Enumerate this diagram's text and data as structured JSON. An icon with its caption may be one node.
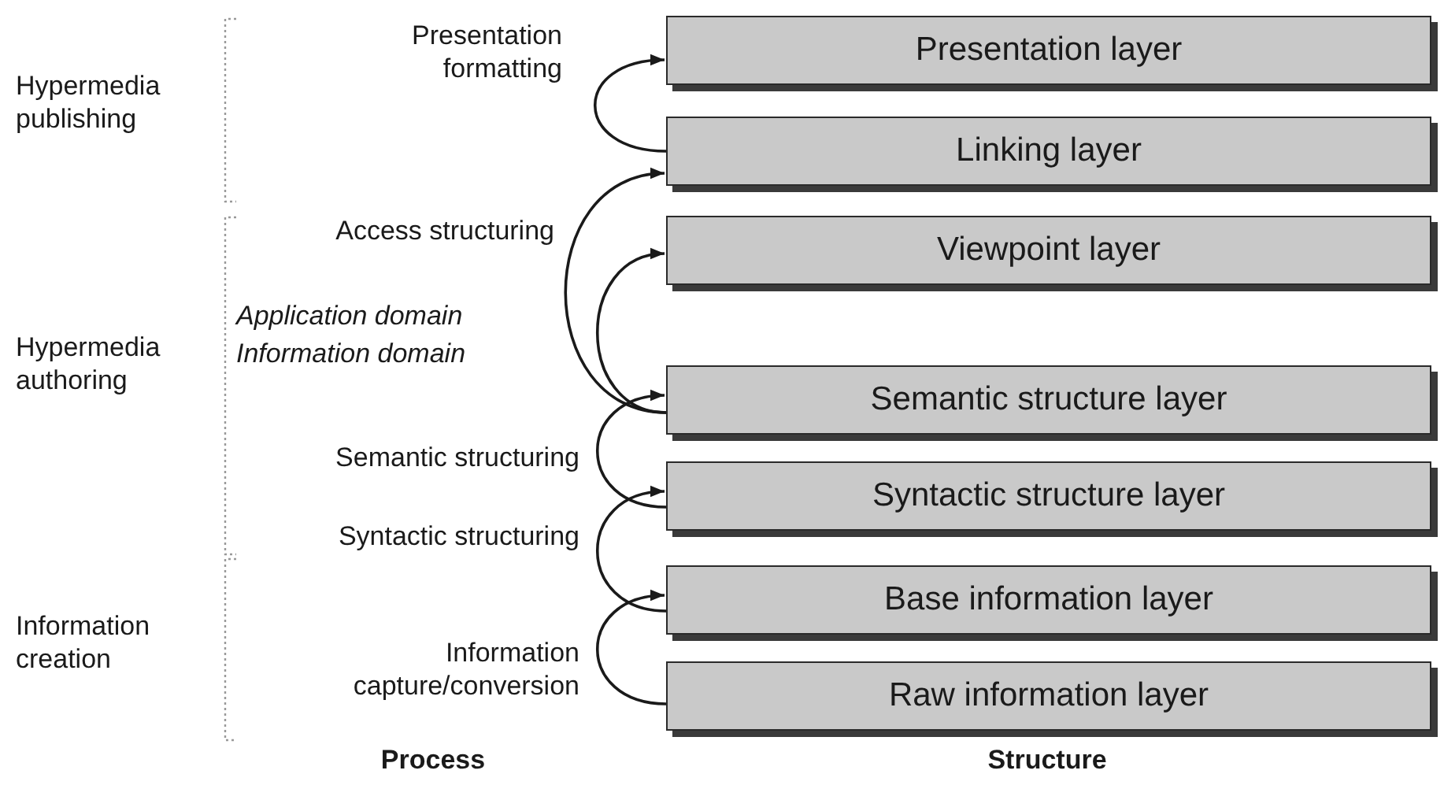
{
  "diagram": {
    "nodes": [
      {
        "text": [
          "Presentation layer"
        ]
      },
      {
        "text": [
          "Linking layer"
        ]
      },
      {
        "text": [
          "Viewpoint layer"
        ]
      },
      {
        "text": [
          "Semantic structure layer"
        ]
      },
      {
        "text": [
          "Syntactic structure layer"
        ]
      },
      {
        "text": [
          "Base information layer"
        ]
      },
      {
        "text": [
          "Raw information layer"
        ]
      }
    ],
    "edges": [
      {
        "from": 1,
        "to": 0,
        "arrow": "to",
        "label": "Presentation formatting"
      },
      {
        "from": 3,
        "to": 1,
        "arrow": "to",
        "label": "Access structuring"
      },
      {
        "from": 3,
        "to": 2,
        "arrow": "to"
      },
      {
        "from": 4,
        "to": 3,
        "arrow": "to",
        "label": "Semantic structuring"
      },
      {
        "from": 5,
        "to": 4,
        "arrow": "to",
        "label": "Syntactic structuring"
      },
      {
        "from": 6,
        "to": 5,
        "arrow": "to",
        "label": "Information capture/conversion"
      }
    ],
    "labels": [
      "Hypermedia publishing",
      "Application domain",
      "Information domain",
      "Hypermedia authoring",
      "Information creation",
      "Process",
      "Structure"
    ]
  }
}
